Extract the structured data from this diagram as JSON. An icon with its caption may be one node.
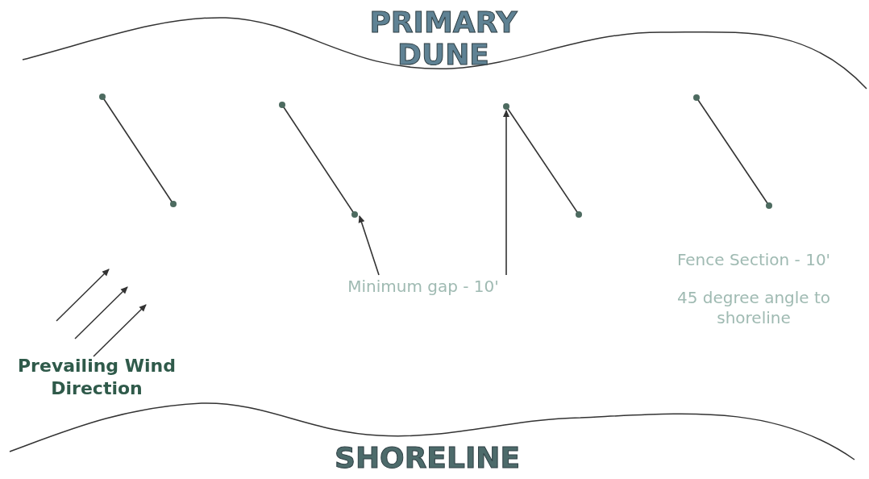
{
  "diagram": {
    "nodes": [
      {
        "text": [
          "Minimum gap - 10'"
        ]
      },
      {
        "text": [],
        "shape": "line"
      },
      {
        "text": [],
        "shape": "line"
      },
      {
        "text": [],
        "shape": "line"
      },
      {
        "text": [],
        "shape": "line"
      }
    ],
    "edges": [
      {
        "from": 0,
        "to": 2,
        "arrow": "to"
      },
      {
        "from": 0,
        "to": 3,
        "arrow": "to"
      }
    ],
    "labels": [
      "PRIMARY DUNE",
      "Fence Section - 10'",
      "45 degree angle to shoreline",
      "Prevailing Wind Direction",
      "SHORELINE"
    ]
  }
}
